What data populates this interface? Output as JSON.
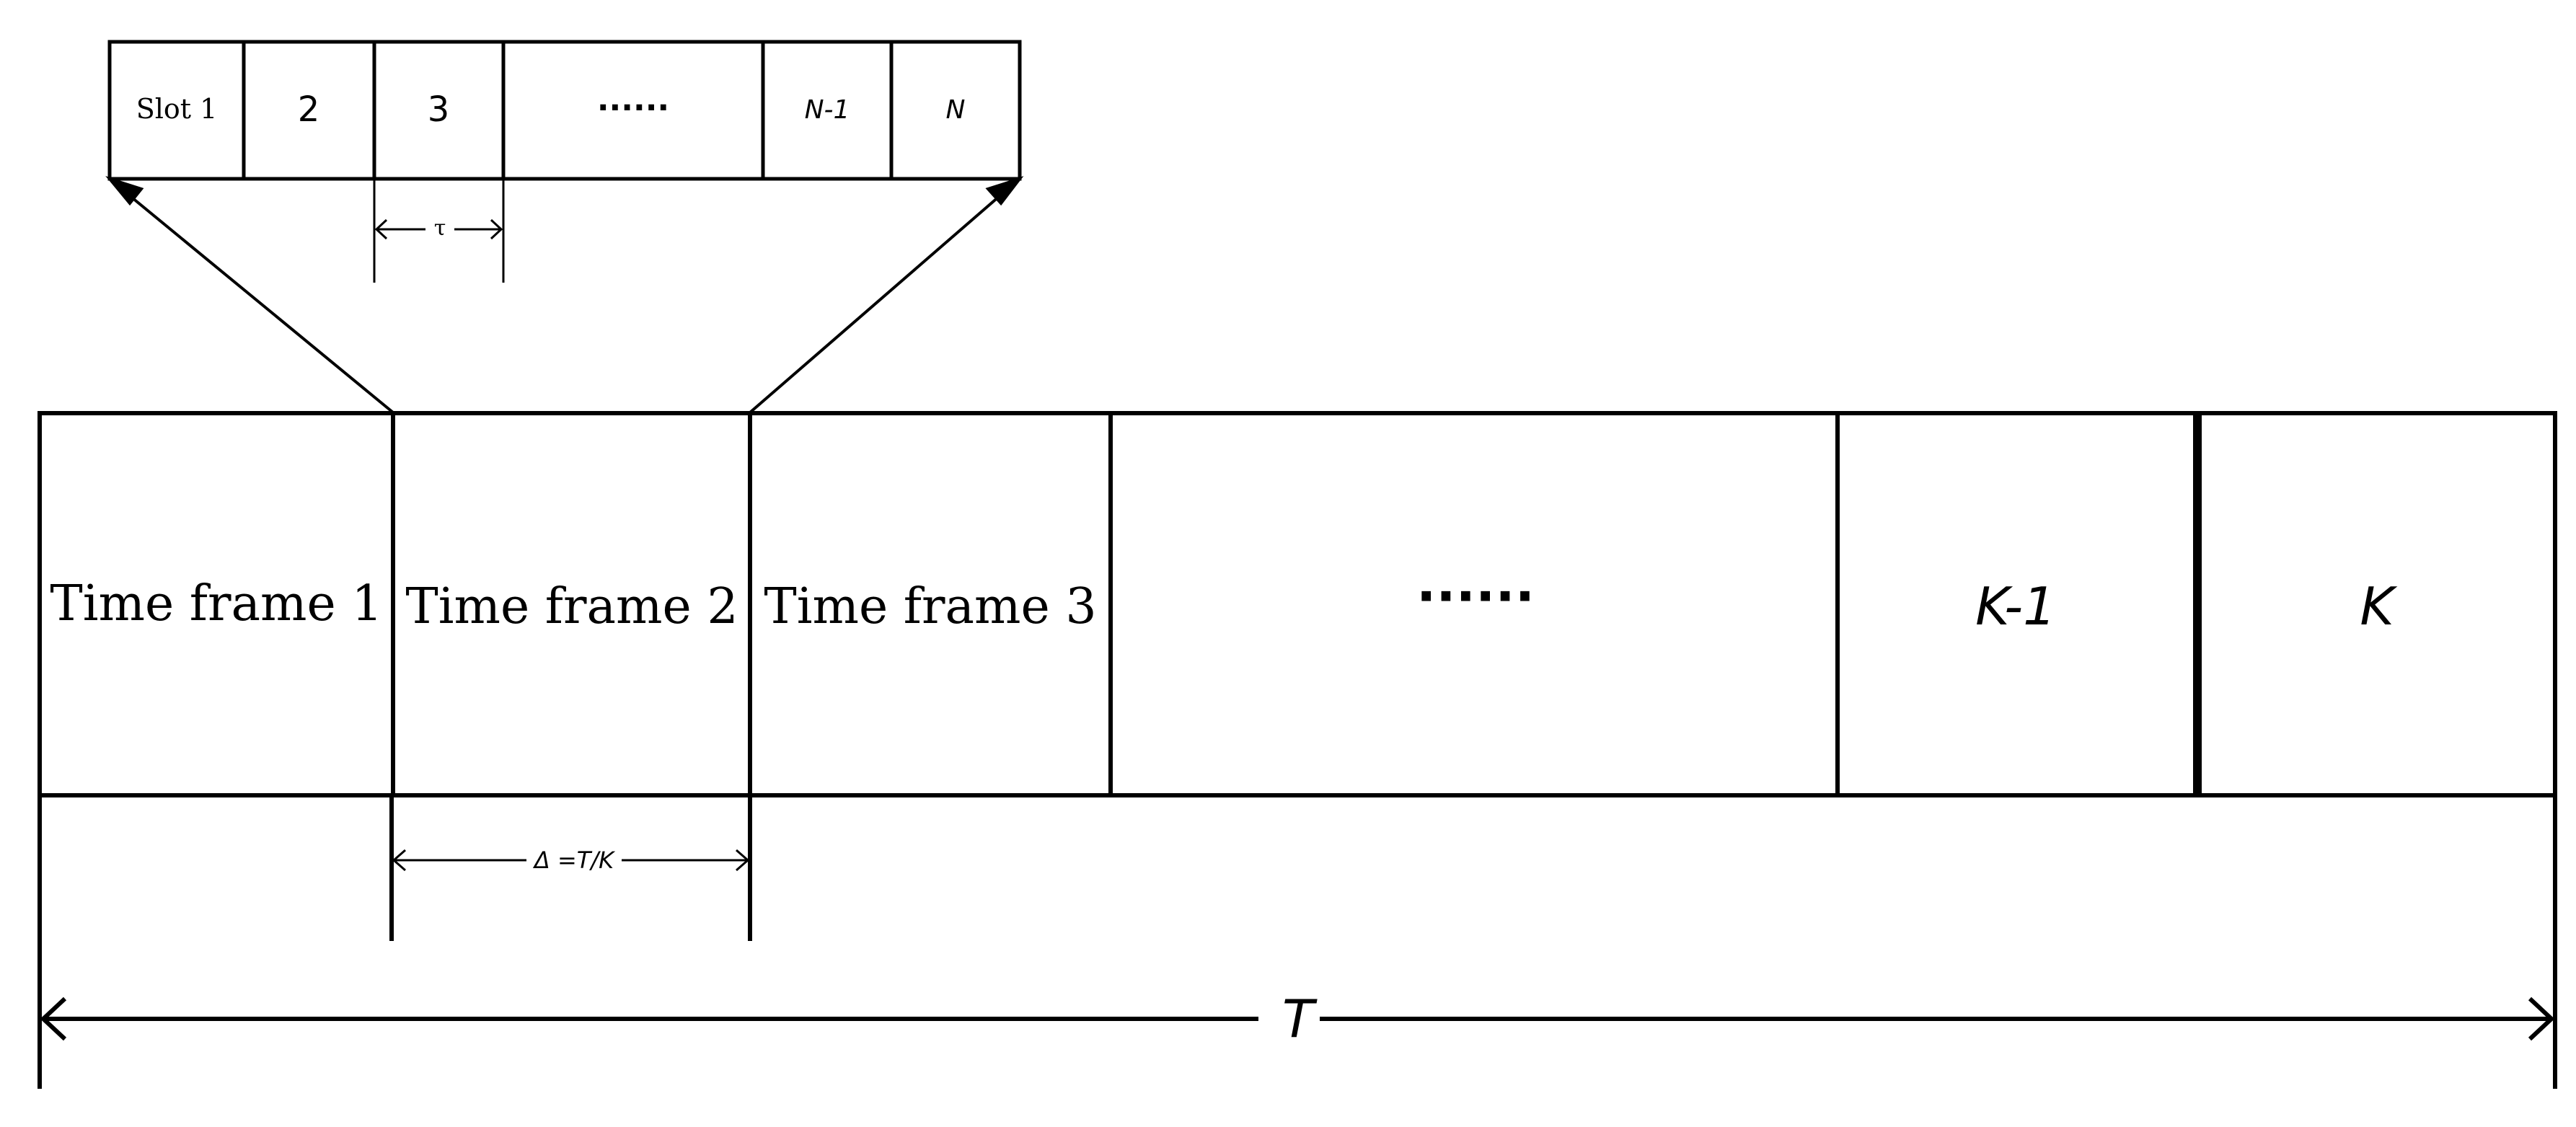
{
  "slots": {
    "labels": [
      "Slot 1",
      "2",
      "3",
      "······",
      "N-1",
      "N"
    ],
    "tau_label": "τ"
  },
  "frames": {
    "labels": [
      "Time frame 1",
      "Time frame 2",
      "Time frame 3",
      "······",
      "K-1",
      "K"
    ],
    "delta_label": "Δ =T/K"
  },
  "total": {
    "label": "T"
  },
  "colors": {
    "line": "#000000",
    "background": "#ffffff"
  }
}
